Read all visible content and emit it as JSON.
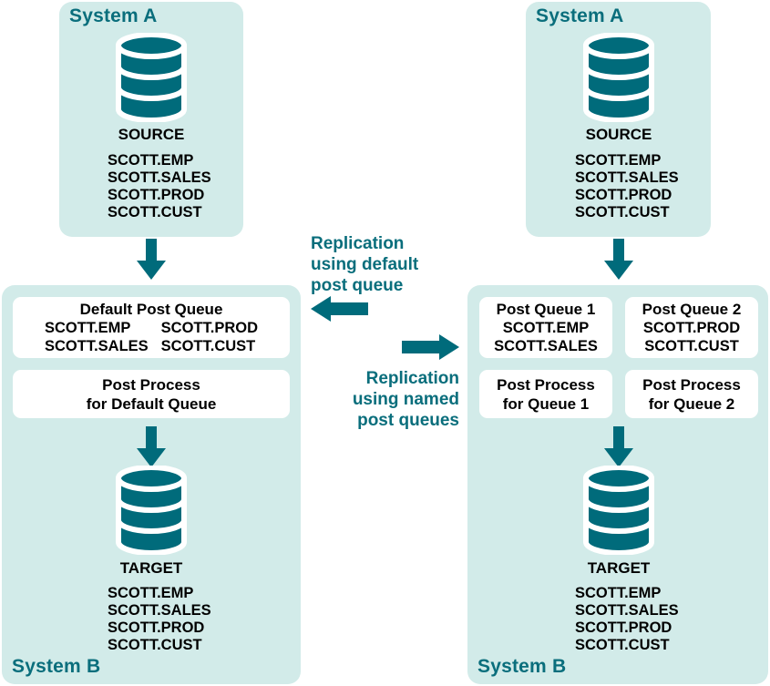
{
  "diagram": {
    "colors": {
      "panel_bg": "#d2ebe9",
      "teal": "#006b7b",
      "label_teal": "#0a6e7c",
      "box_white": "#ffffff",
      "text_black": "#000000"
    },
    "left_scenario": {
      "source_panel": {
        "label": "System A",
        "db_label": "SOURCE",
        "tables": [
          "SCOTT.EMP",
          "SCOTT.SALES",
          "SCOTT.PROD",
          "SCOTT.CUST"
        ]
      },
      "target_panel": {
        "label": "System B",
        "db_label": "TARGET",
        "tables": [
          "SCOTT.EMP",
          "SCOTT.SALES",
          "SCOTT.PROD",
          "SCOTT.CUST"
        ],
        "queue_box": {
          "title": "Default Post Queue",
          "cells": [
            "SCOTT.EMP",
            "SCOTT.PROD",
            "SCOTT.SALES",
            "SCOTT.CUST"
          ]
        },
        "process_box": {
          "line1": "Post Process",
          "line2": "for Default Queue"
        }
      }
    },
    "right_scenario": {
      "source_panel": {
        "label": "System A",
        "db_label": "SOURCE",
        "tables": [
          "SCOTT.EMP",
          "SCOTT.SALES",
          "SCOTT.PROD",
          "SCOTT.CUST"
        ]
      },
      "target_panel": {
        "label": "System B",
        "db_label": "TARGET",
        "tables": [
          "SCOTT.EMP",
          "SCOTT.SALES",
          "SCOTT.PROD",
          "SCOTT.CUST"
        ],
        "queue_box_1": {
          "title": "Post Queue 1",
          "tables": [
            "SCOTT.EMP",
            "SCOTT.SALES"
          ]
        },
        "queue_box_2": {
          "title": "Post Queue 2",
          "tables": [
            "SCOTT.PROD",
            "SCOTT.CUST"
          ]
        },
        "process_box_1": {
          "line1": "Post Process",
          "line2": "for Queue 1"
        },
        "process_box_2": {
          "line1": "Post Process",
          "line2": "for Queue 2"
        }
      }
    },
    "captions": {
      "default_queue": {
        "line1": "Replication",
        "line2": "using default",
        "line3": "post queue"
      },
      "named_queues": {
        "line1": "Replication",
        "line2": "using named",
        "line3": "post queues"
      }
    },
    "icons": {
      "database": "database-cylinder-icon",
      "arrow_down": "arrow-down-icon",
      "arrow_left": "arrow-left-icon",
      "arrow_right": "arrow-right-icon"
    }
  }
}
